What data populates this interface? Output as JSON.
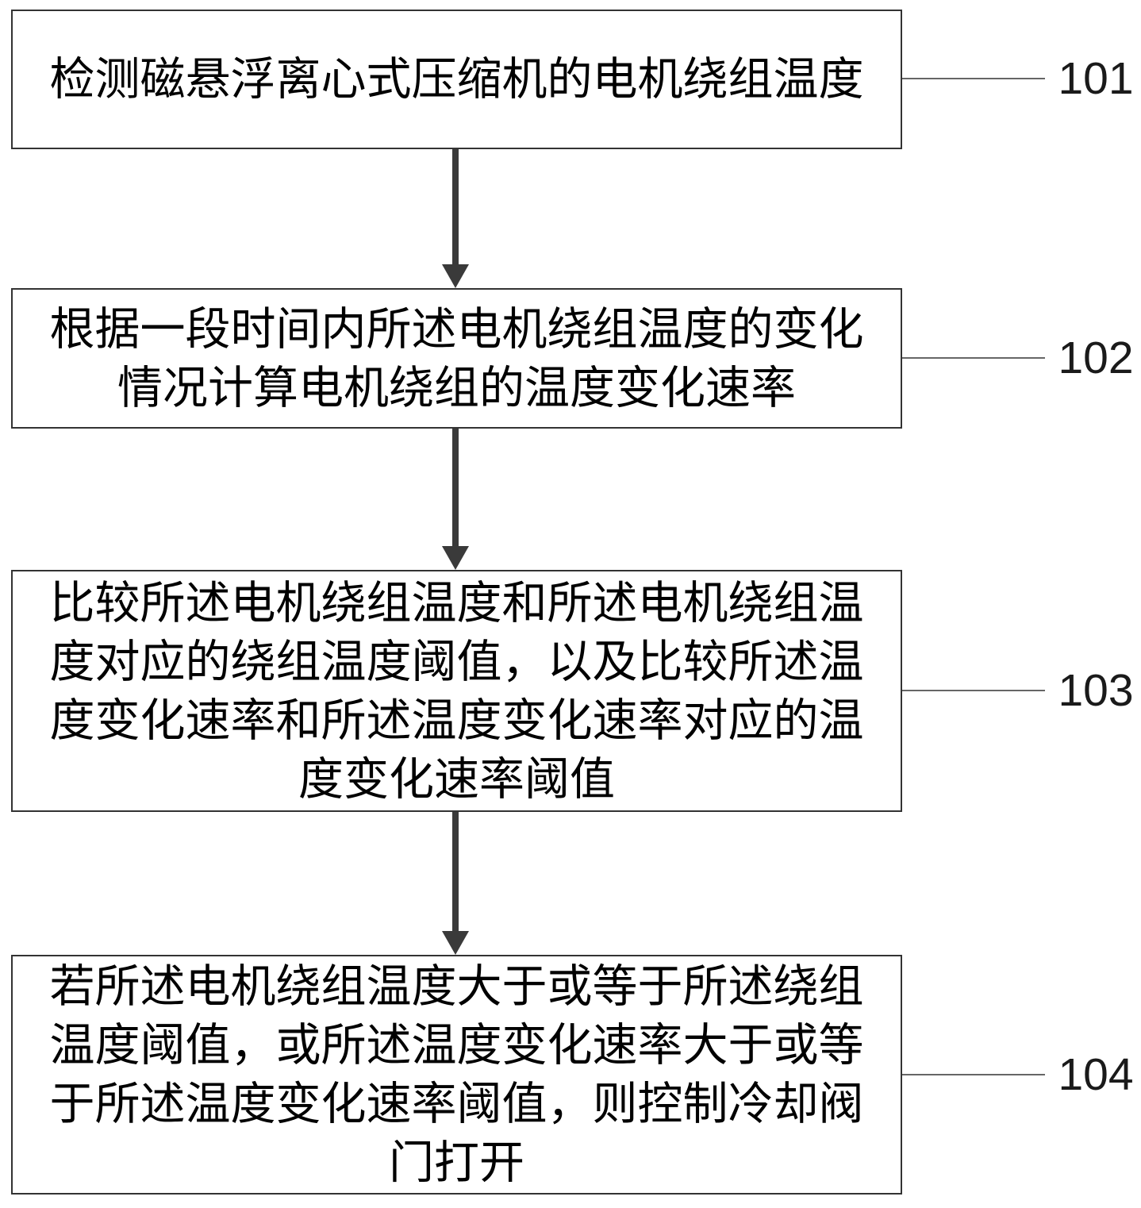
{
  "figure": {
    "colors": {
      "background": "#ffffff",
      "box_border": "#333333",
      "arrow": "#3a3a3a",
      "connector_line": "#666666",
      "text": "#000000",
      "label_text": "#1a1a1a"
    },
    "steps": [
      {
        "id": "101",
        "lines": [
          "检测磁悬浮离心式压缩机的电机绕组温度"
        ]
      },
      {
        "id": "102",
        "lines": [
          "根据一段时间内所述电机绕组温度的变化",
          "情况计算电机绕组的温度变化速率"
        ]
      },
      {
        "id": "103",
        "lines": [
          "比较所述电机绕组温度和所述电机绕组温",
          "度对应的绕组温度阈值，以及比较所述温",
          "度变化速率和所述温度变化速率对应的温",
          "度变化速率阈值"
        ]
      },
      {
        "id": "104",
        "lines": [
          "若所述电机绕组温度大于或等于所述绕组",
          "温度阈值，或所述温度变化速率大于或等",
          "于所述温度变化速率阈值，则控制冷却阀",
          "门打开"
        ]
      }
    ]
  }
}
